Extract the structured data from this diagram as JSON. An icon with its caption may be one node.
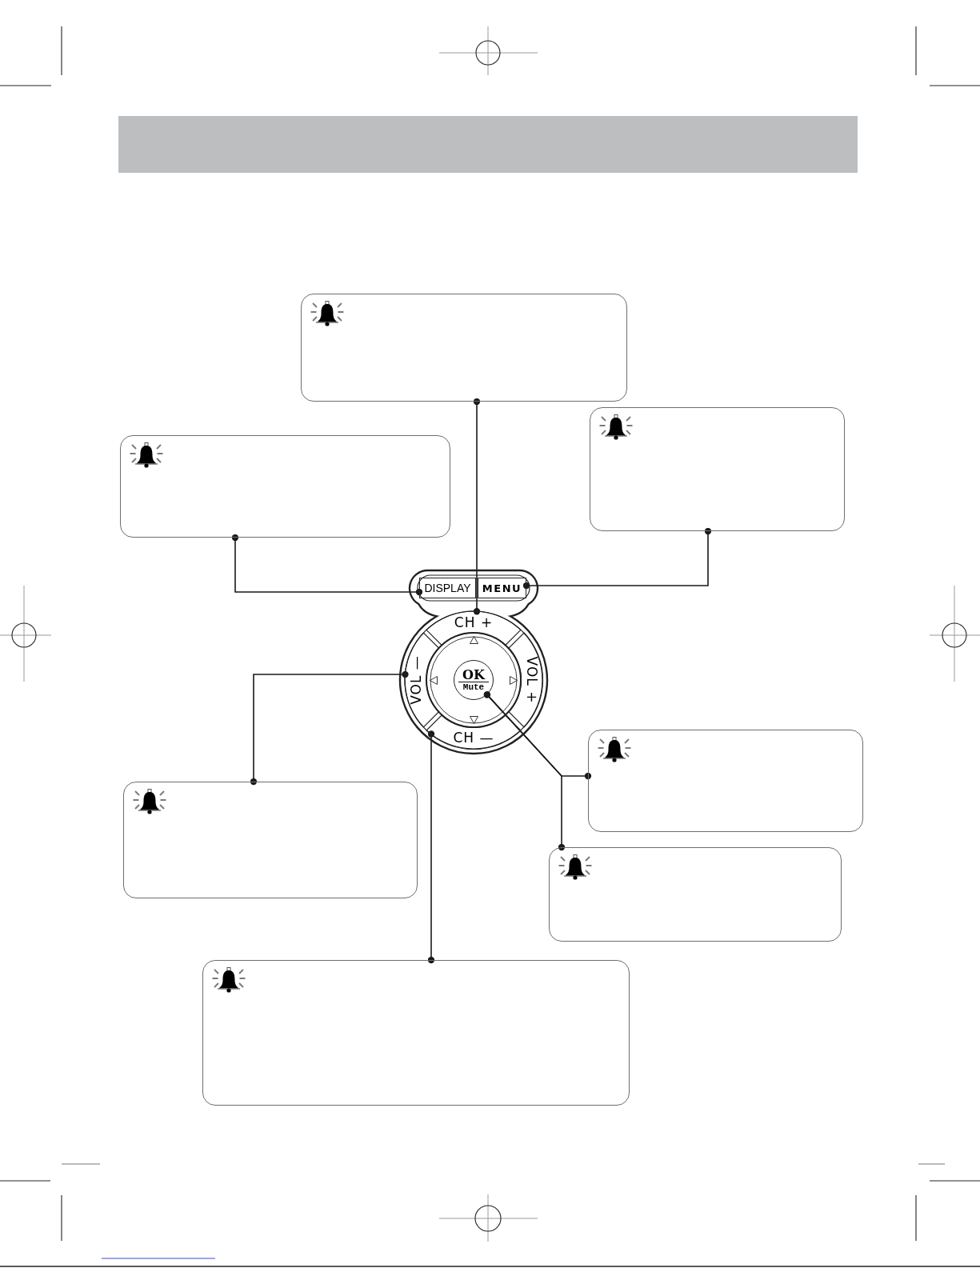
{
  "diagram": {
    "nodes": [
      {
        "text": [],
        "shape": "box"
      },
      {
        "text": [],
        "shape": "box"
      },
      {
        "text": [],
        "shape": "box"
      },
      {
        "text": [],
        "shape": "keypad"
      },
      {
        "text": [
          "DISPLAY"
        ],
        "in": 3
      },
      {
        "text": [
          "MENU"
        ],
        "in": 3
      },
      {
        "text": [
          "CH +"
        ],
        "in": 3
      },
      {
        "text": [
          "VOL —"
        ],
        "in": 3
      },
      {
        "text": [
          "OK",
          "Mute"
        ],
        "in": 3
      },
      {
        "text": [
          "VOL +"
        ],
        "in": 3
      },
      {
        "text": [
          "CH —"
        ],
        "in": 3
      },
      {
        "text": [],
        "shape": "box"
      },
      {
        "text": [],
        "shape": "box"
      },
      {
        "text": [],
        "shape": "box"
      },
      {
        "text": [],
        "shape": "box"
      }
    ],
    "edges": [
      {
        "from": 0,
        "to": 6,
        "arrow": "other"
      },
      {
        "from": 1,
        "to": 4,
        "arrow": "other"
      },
      {
        "from": 2,
        "to": 5,
        "arrow": "other"
      },
      {
        "from": 11,
        "to": 7,
        "arrow": "other"
      },
      {
        "from": 12,
        "to": 8,
        "arrow": "other"
      },
      {
        "from": 13,
        "to": 8,
        "arrow": "other"
      },
      {
        "from": 14,
        "to": 10,
        "arrow": "other"
      }
    ]
  }
}
